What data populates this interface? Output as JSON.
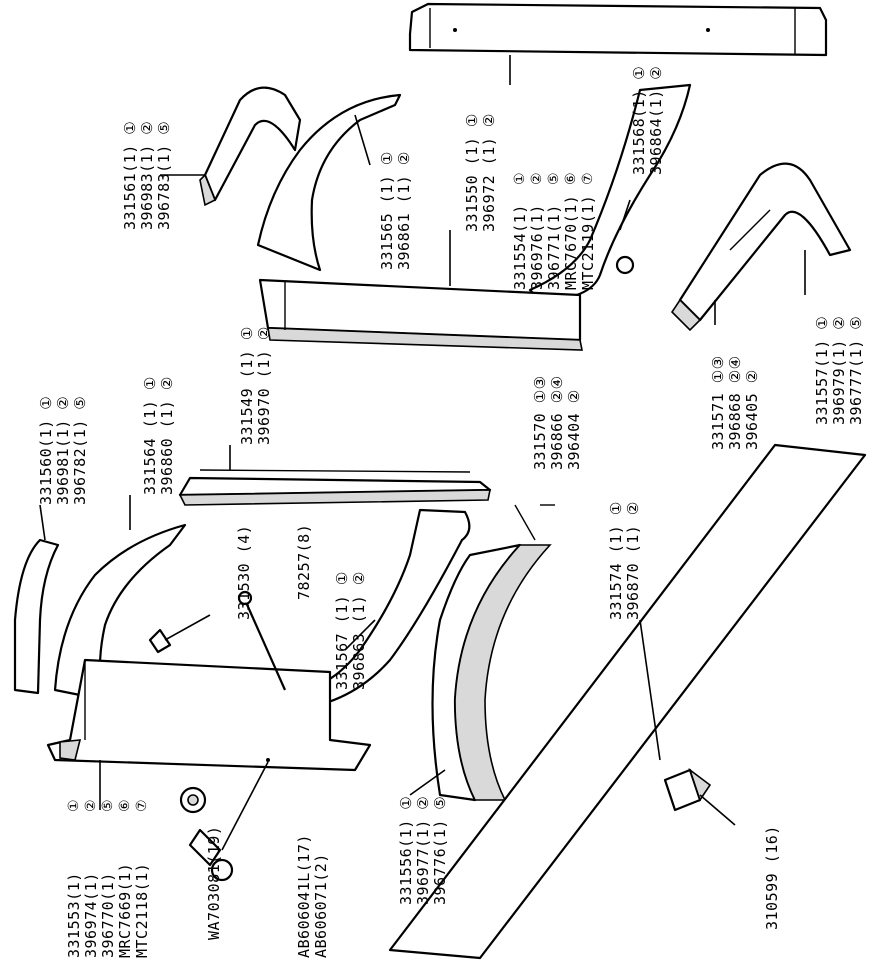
{
  "labels": {
    "l331561": [
      "331561(1) ①",
      "396983(1) ②",
      "396783(1) ⑤"
    ],
    "l331565": [
      "331565 (1) ① ",
      "396861 (1) ②"
    ],
    "l331550": [
      "331550 (1) ①",
      "396972 (1) ②"
    ],
    "l331554": [
      "①",
      "②",
      "⑤",
      "⑥",
      "⑦"
    ],
    "l331554nums": [
      "331554(1)",
      "396976(1)",
      "396771(1)",
      "MRC7670(1)",
      "MTC2119(1)"
    ],
    "l331568": [
      "331568(1) ①",
      "396864(1) ②"
    ],
    "l331570": [
      "331570 ①③",
      "396866 ②④",
      "396404 ②"
    ],
    "l331571": [
      "331571 ①③",
      "396868 ②④",
      "396405 ②"
    ],
    "l331557": [
      "331557(1) ①",
      "396979(1) ②",
      "396777(1) ⑤"
    ],
    "l331560": [
      "331560(1) ①",
      "396981(1) ②",
      "396782(1) ⑤"
    ],
    "l331564": [
      "331564 (1) ①",
      "396860 (1) ②"
    ],
    "l331549": [
      "331549 (1) ①",
      "396970 (1) ②"
    ],
    "l331530": [
      "331530 (4)"
    ],
    "l78257": [
      "78257(8)"
    ],
    "l331567": [
      "331567 (1) ①",
      "396863 (1) ②"
    ],
    "l331574": [
      "331574 (1) ①",
      "396870 (1) ②"
    ],
    "l331553circ": [
      "①",
      "②",
      "⑤",
      "⑥",
      "⑦"
    ],
    "l331553nums": [
      "331553(1)",
      "396974(1)",
      "396770(1)",
      "MRC7669(1)",
      "MTC2118(1)"
    ],
    "lWA703081": [
      "WA703081(19)"
    ],
    "lAB606": [
      "AB606041L(17)",
      "AB606071(2)"
    ],
    "l331556": [
      "331556(1) ①",
      "396977(1) ②",
      "396776(1) ⑤"
    ],
    "l310599": [
      "310599 (16)"
    ]
  }
}
